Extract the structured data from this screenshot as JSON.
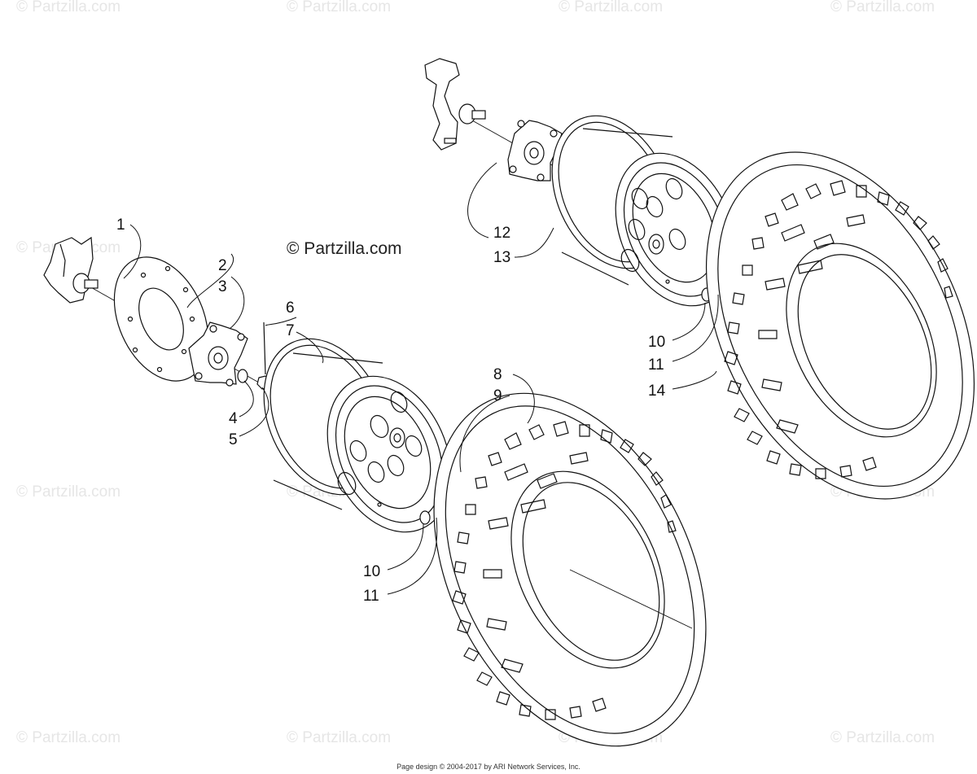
{
  "watermark_text": "© Partzilla.com",
  "center_watermark": "© Partzilla.com",
  "callouts": {
    "c1": "1",
    "c2": "2",
    "c3": "3",
    "c4": "4",
    "c5": "5",
    "c6": "6",
    "c7": "7",
    "c8": "8",
    "c9": "9",
    "c10a": "10",
    "c11a": "11",
    "c10b": "10",
    "c11b": "11",
    "c12": "12",
    "c13": "13",
    "c14": "14"
  },
  "footer": "Page design © 2004-2017 by ARI Network Services, Inc."
}
